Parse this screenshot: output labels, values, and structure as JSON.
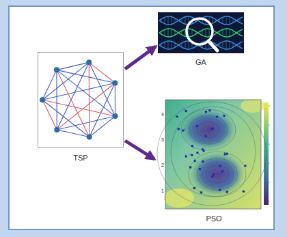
{
  "diagram": {
    "nodes": [
      {
        "text": [
          "TSP"
        ]
      },
      {
        "text": [
          "GA"
        ]
      },
      {
        "text": [
          "PSO"
        ]
      }
    ],
    "edges": [
      {
        "from": 0,
        "to": 1,
        "arrow": "to"
      },
      {
        "from": 0,
        "to": 2,
        "arrow": "to"
      }
    ],
    "labels": [
      "4",
      "3",
      "2",
      "1"
    ]
  }
}
